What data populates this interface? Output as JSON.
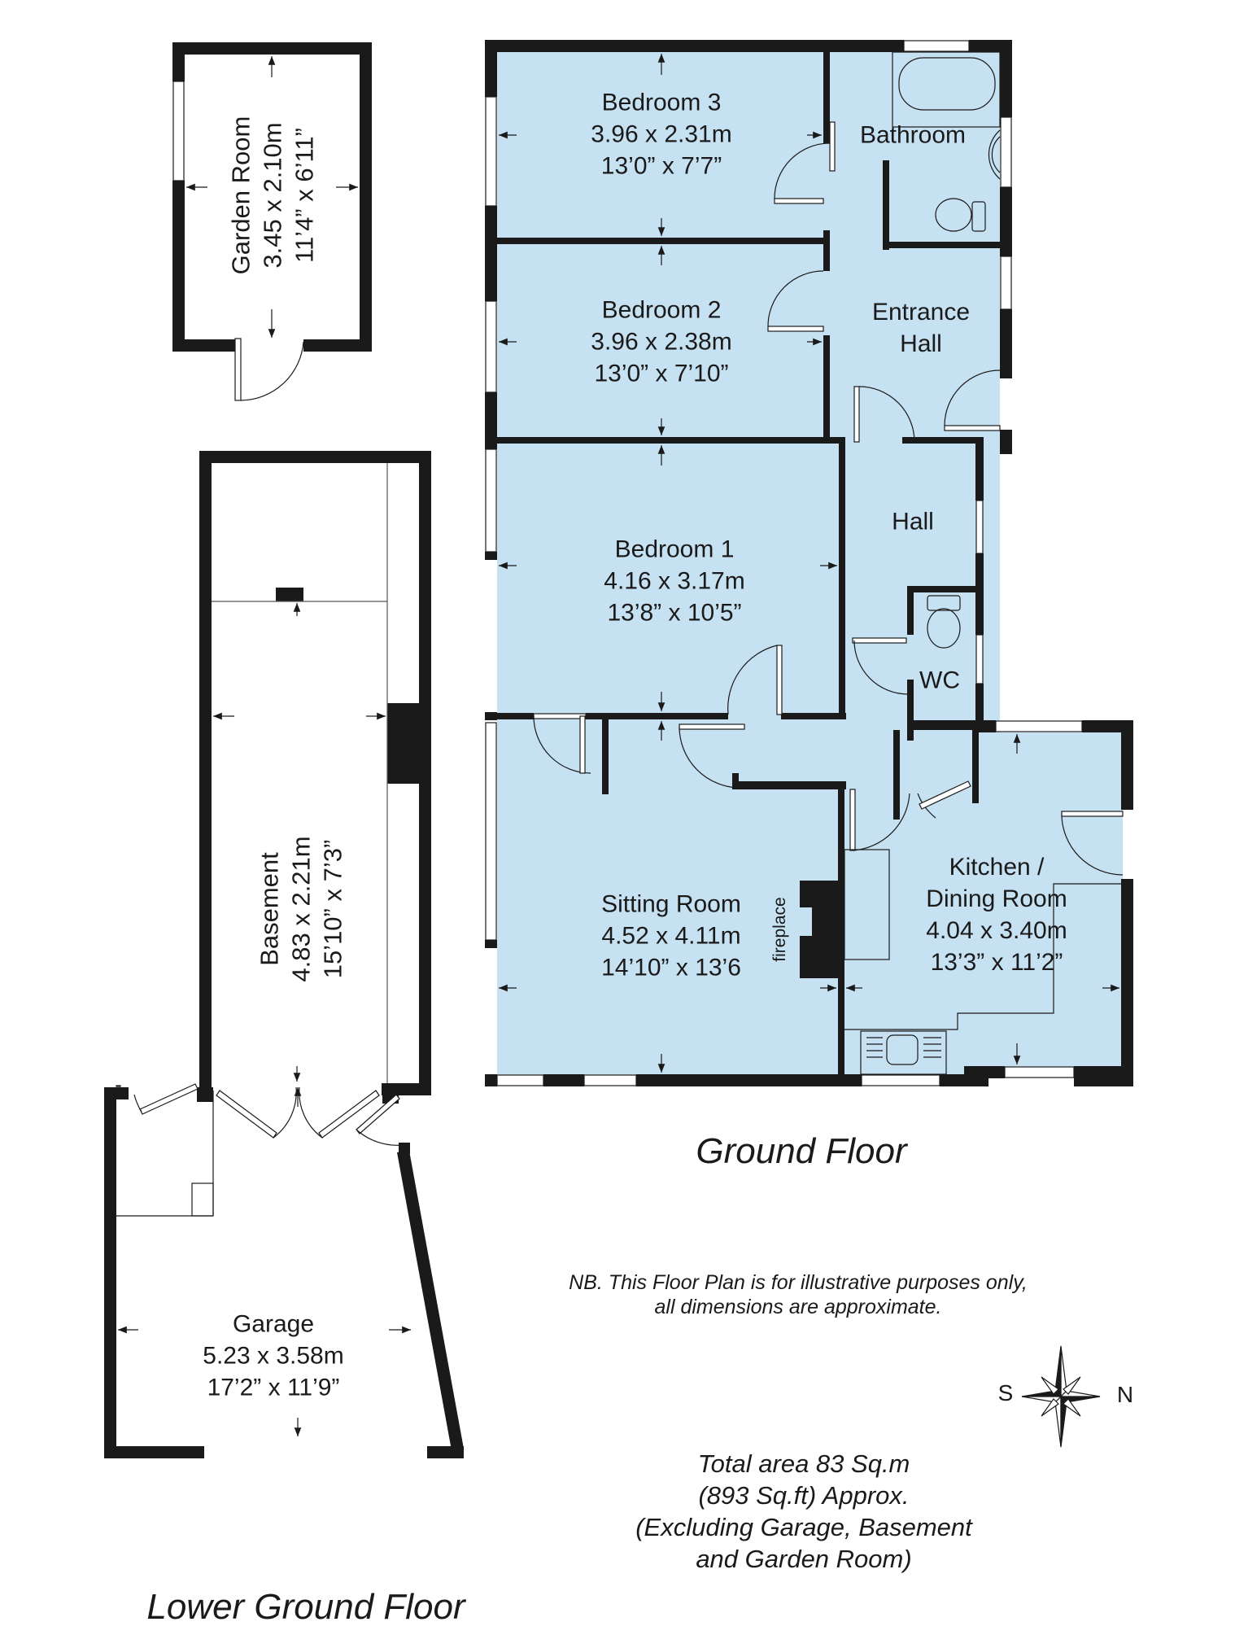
{
  "colors": {
    "room_fill": "#c6e1f1",
    "wall": "#1a1a1a",
    "background": "#ffffff"
  },
  "floors": {
    "ground": {
      "title": "Ground Floor",
      "rooms": [
        {
          "name": "Bedroom 3",
          "metric": "3.96 x 2.31m",
          "imperial": "13’0” x 7’7”"
        },
        {
          "name": "Bedroom 2",
          "metric": "3.96 x 2.38m",
          "imperial": "13’0” x 7’10”"
        },
        {
          "name": "Bedroom 1",
          "metric": "4.16 x 3.17m",
          "imperial": "13’8” x 10’5”"
        },
        {
          "name": "Sitting Room",
          "metric": "4.52 x 4.11m",
          "imperial": "14’10” x 13’6"
        },
        {
          "name_line1": "Kitchen /",
          "name_line2": "Dining Room",
          "metric": "4.04 x 3.40m",
          "imperial": "13’3” x 11’2”"
        },
        {
          "name": "Bathroom"
        },
        {
          "name_line1": "Entrance",
          "name_line2": "Hall"
        },
        {
          "name": "Hall"
        },
        {
          "name": "WC"
        }
      ],
      "fireplace_label": "fireplace"
    },
    "lower_ground": {
      "title": "Lower Ground Floor",
      "rooms": [
        {
          "name": "Garden Room",
          "metric": "3.45 x 2.10m",
          "imperial": "11’4” x 6’11”"
        },
        {
          "name": "Basement",
          "metric": "4.83 x 2.21m",
          "imperial": "15’10” x 7’3”"
        },
        {
          "name": "Garage",
          "metric": "5.23 x 3.58m",
          "imperial": "17’2” x 11’9”"
        }
      ]
    }
  },
  "notes": {
    "disclaimer_line1": "NB. This Floor Plan is for illustrative purposes only,",
    "disclaimer_line2": "all dimensions are approximate."
  },
  "total_area": {
    "line1": "Total area 83 Sq.m",
    "line2": "(893 Sq.ft) Approx.",
    "line3": "(Excluding Garage, Basement",
    "line4": "and Garden Room)"
  },
  "compass": {
    "left_label": "S",
    "right_label": "N",
    "icon": "compass-rose-icon"
  }
}
